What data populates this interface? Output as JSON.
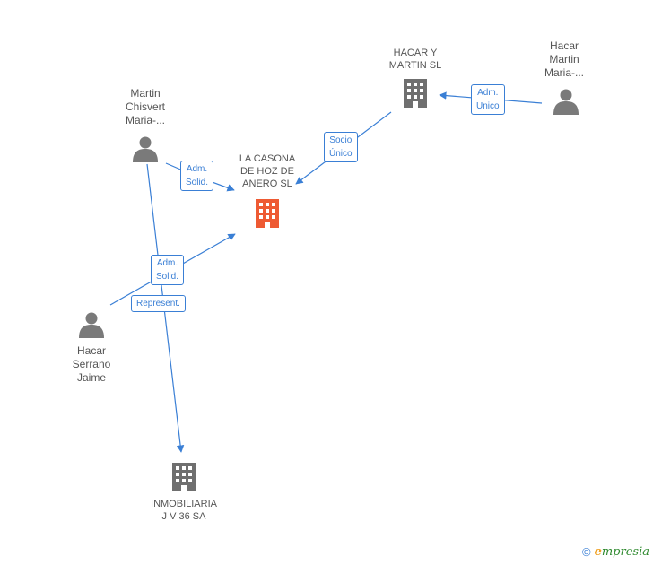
{
  "colors": {
    "edge": "#3a7fd5",
    "person_icon": "#7a7a7a",
    "company_icon": "#6f6f6f",
    "focus_company_icon": "#ee5a33",
    "label_text": "#555555"
  },
  "nodes": {
    "la_casona": {
      "label": "LA CASONA\nDE HOZ DE\nANERO SL",
      "icon": "building-icon",
      "focus": true
    },
    "hacar_martin_sl": {
      "label": "HACAR Y\nMARTIN SL",
      "icon": "building-icon"
    },
    "hacar_martin_maria": {
      "label": "Hacar\nMartin\nMaria-...",
      "icon": "person-icon"
    },
    "martin_chisvert": {
      "label": "Martin\nChisvert\nMaria-...",
      "icon": "person-icon"
    },
    "hacar_serrano": {
      "label": "Hacar\nSerrano\nJaime",
      "icon": "person-icon"
    },
    "inmobiliaria": {
      "label": "INMOBILIARIA\nJ V 36 SA",
      "icon": "building-icon"
    }
  },
  "edges": {
    "adm_unico": "Adm.\nUnico",
    "socio_unico": "Socio\nÚnico",
    "adm_solid_1": "Adm.\nSolid.",
    "adm_solid_2": "Adm.\nSolid.",
    "represent": "Represent."
  },
  "footer": {
    "copyright_symbol": "©",
    "brand_initial": "e",
    "brand_rest": "mpresia"
  }
}
